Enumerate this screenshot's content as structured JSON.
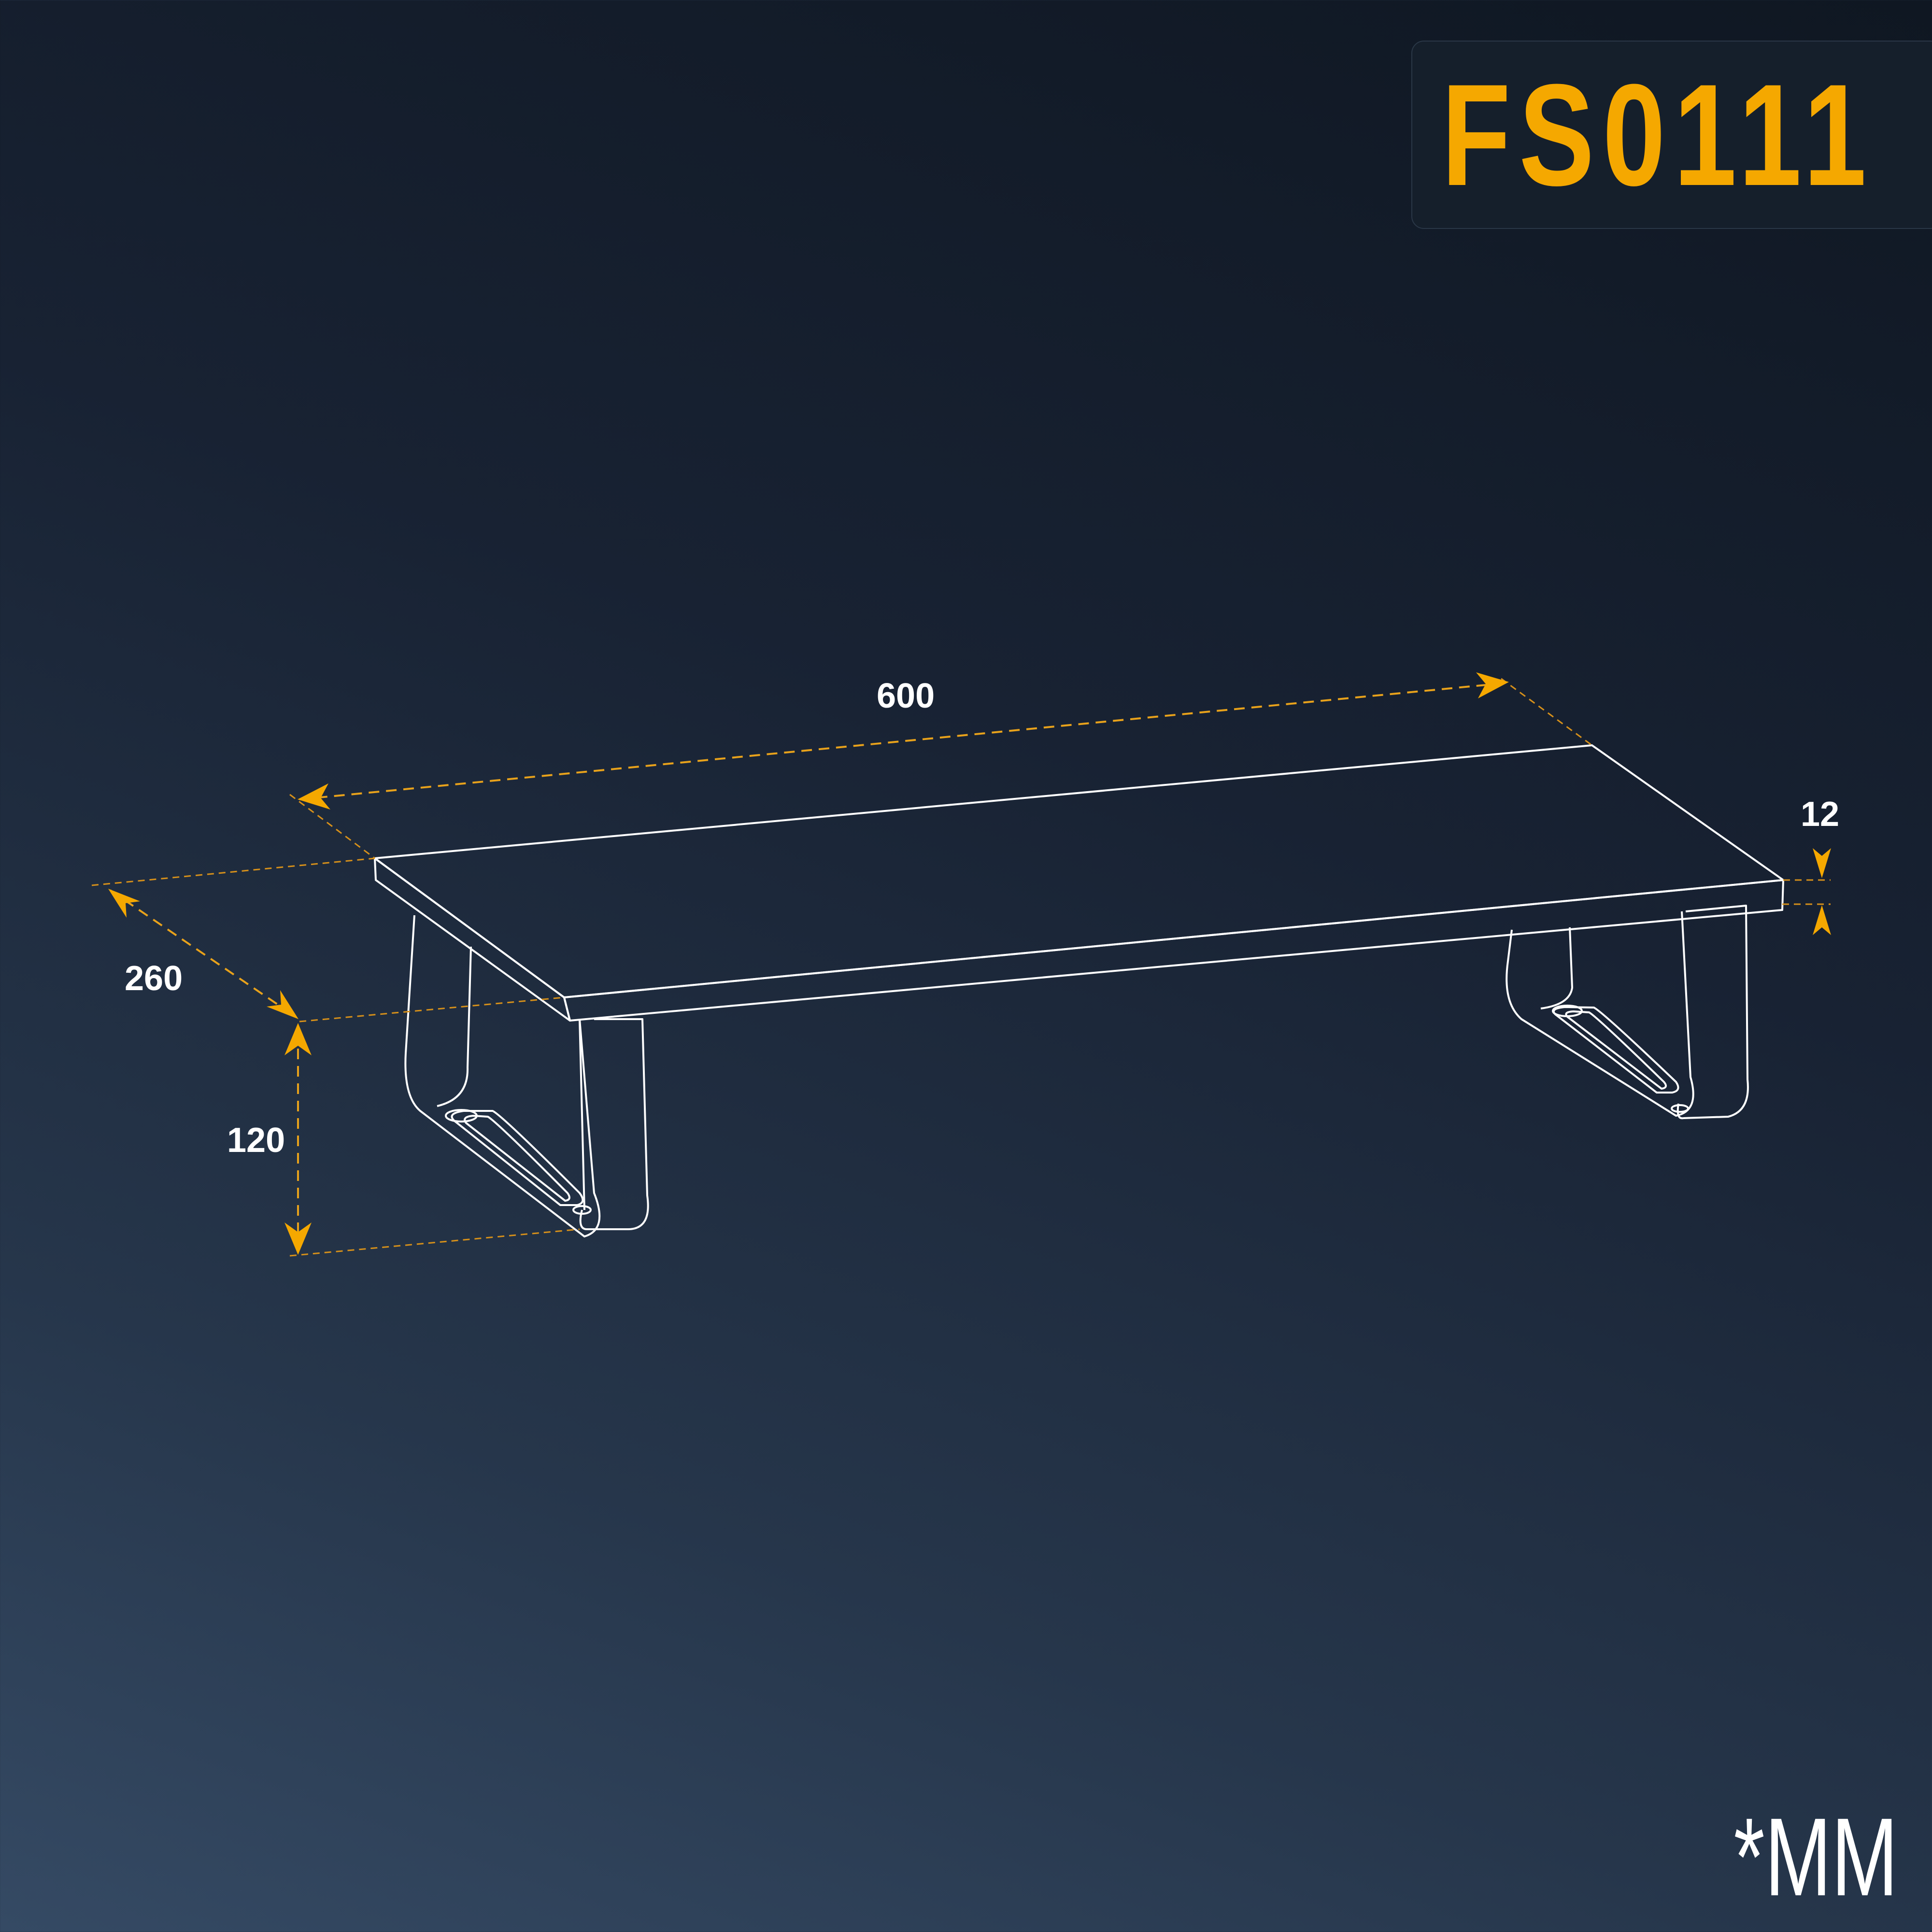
{
  "model": {
    "code": "FS0111"
  },
  "units_note": "*MM",
  "dimensions": {
    "width": "600",
    "depth": "260",
    "height": "120",
    "thickness": "12"
  },
  "colors": {
    "accent": "#f5a800",
    "outline": "#ffffff",
    "background_top": "#0f1722",
    "background_bottom": "#354a64",
    "badge_background": "#151f2b"
  }
}
